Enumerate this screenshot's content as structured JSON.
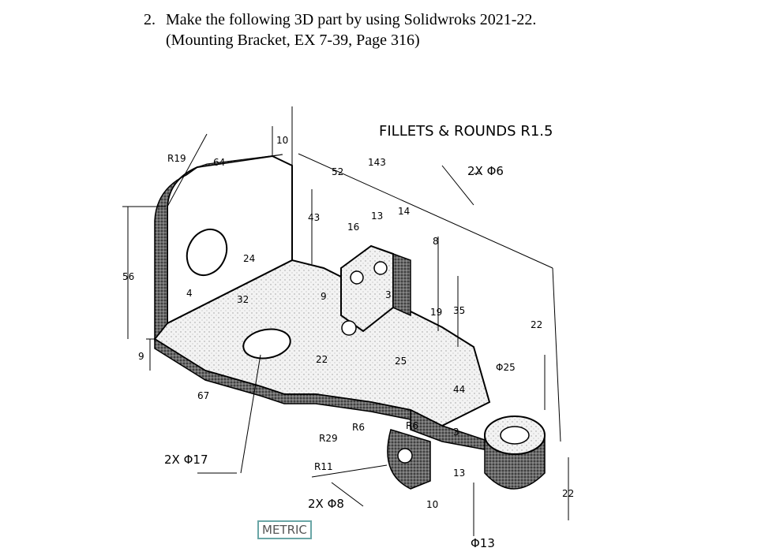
{
  "question": {
    "number": "2.",
    "line1": "Make the following 3D part by using Solidwroks 2021-22.",
    "line2": "(Mounting Bracket, EX 7-39, Page 316)"
  },
  "drawing": {
    "note_fillets": "FILLETS & ROUNDS R1.5",
    "note_holes_6": "2X Φ6",
    "note_holes_17": "2X Φ17",
    "note_holes_8": "2X Φ8",
    "note_dia_13": "Φ13",
    "metric_label": "METRIC",
    "dims": {
      "r19": "R19",
      "d64": "64",
      "d10": "10",
      "d52": "52",
      "d143": "143",
      "d43": "43",
      "d24": "24",
      "d56": "56",
      "d9a": "9",
      "d4": "4",
      "d32": "32",
      "d67": "67",
      "d16": "16",
      "d13a": "13",
      "d14": "14",
      "d8": "8",
      "d3": "3",
      "d19": "19",
      "d35": "35",
      "d9b": "9",
      "d22a": "22",
      "d25a": "25",
      "d22b": "22",
      "d44": "44",
      "d25dia": "Φ25",
      "r6a": "R6",
      "r6b": "R6",
      "r29": "R29",
      "r11": "R11",
      "d3b": "3",
      "d13b": "13",
      "d10b": "10",
      "d22c": "22"
    }
  }
}
